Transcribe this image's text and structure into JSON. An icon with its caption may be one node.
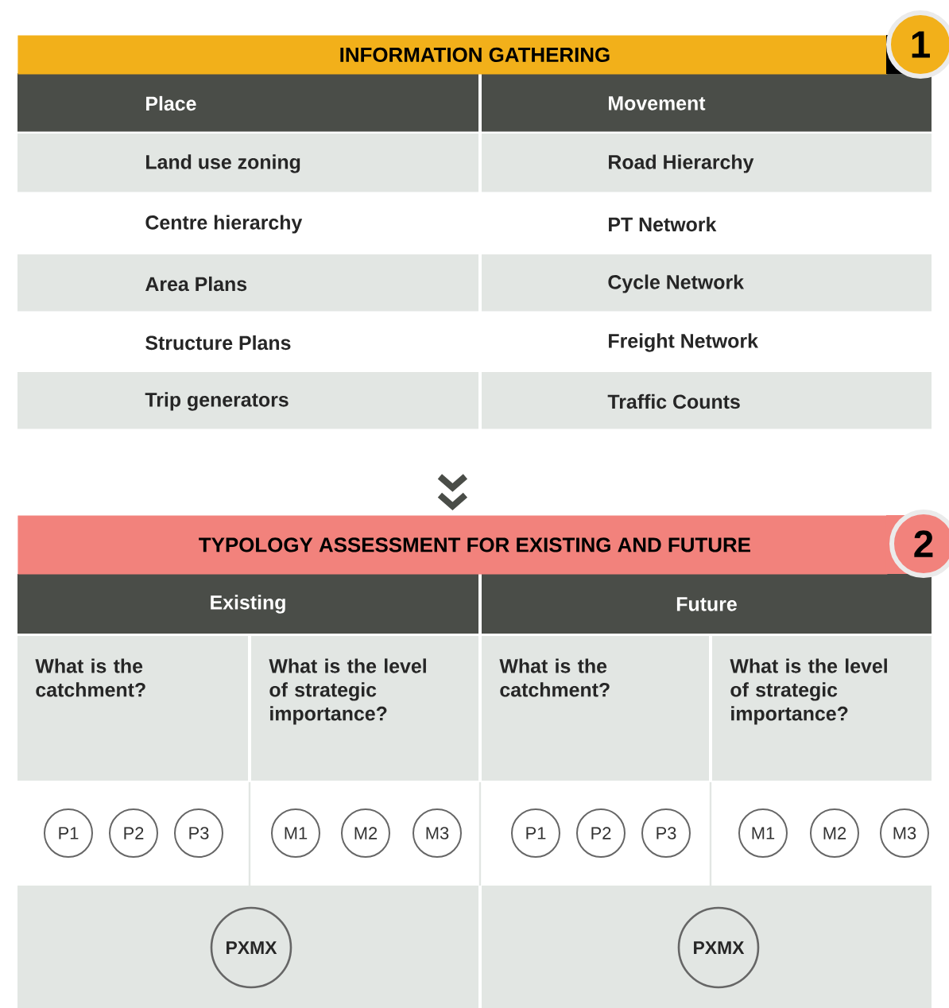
{
  "diagram": {
    "nodes": [
      {
        "text": [
          "INFORMATION GATHERING"
        ]
      },
      {
        "text": [
          "1"
        ]
      },
      {
        "text": [
          "TYPOLOGY ASSESSMENT FOR EXISTING AND FUTURE"
        ]
      },
      {
        "text": [
          "2"
        ]
      },
      {
        "text": [
          "P1"
        ]
      },
      {
        "text": [
          "P2"
        ]
      },
      {
        "text": [
          "P3"
        ]
      },
      {
        "text": [
          "M1"
        ]
      },
      {
        "text": [
          "M2"
        ]
      },
      {
        "text": [
          "M3"
        ]
      },
      {
        "text": [
          "P1"
        ]
      },
      {
        "text": [
          "P2"
        ]
      },
      {
        "text": [
          "P3"
        ]
      },
      {
        "text": [
          "M1"
        ]
      },
      {
        "text": [
          "M2"
        ]
      },
      {
        "text": [
          "M3"
        ]
      },
      {
        "text": [
          "PXMX"
        ]
      },
      {
        "text": [
          "PXMX"
        ]
      }
    ],
    "edges": [
      {
        "from": null,
        "to": 2,
        "arrow": "to"
      }
    ],
    "labels": [
      "Place",
      "Movement",
      "Land use zoning",
      "Road Hierarchy",
      "Centre hierarchy",
      "PT Network",
      "Area Plans",
      "Cycle Network",
      "Structure Plans",
      "Freight Network",
      "Trip generators",
      "Traffic Counts",
      "Existing",
      "Future",
      "What is the catchment?",
      "What is the level of strategic importance?",
      "What is the catchment?",
      "What is the level of strategic importance?"
    ]
  }
}
